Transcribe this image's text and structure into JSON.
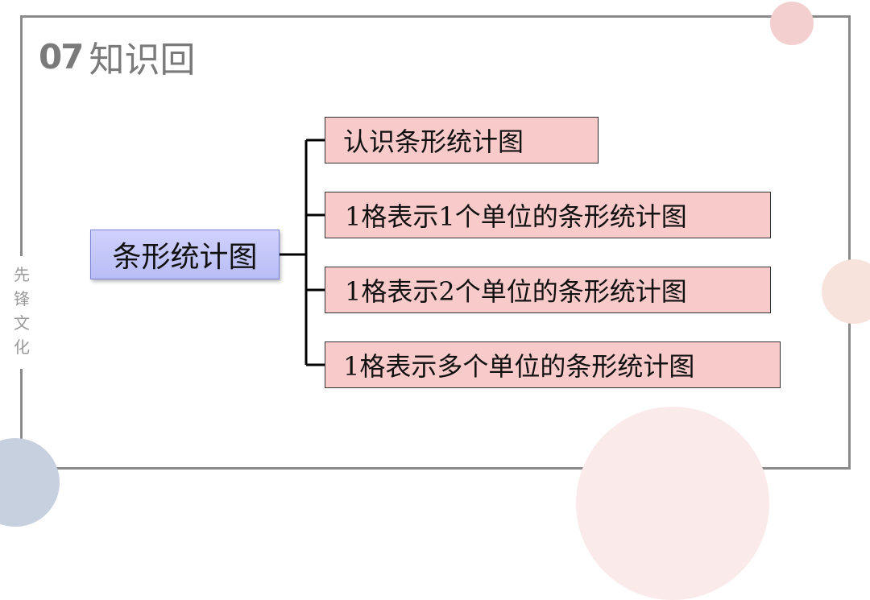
{
  "heading": {
    "number": "07",
    "title": "知识回"
  },
  "side_label": "先锋文化",
  "diagram": {
    "root": "条形统计图",
    "children": [
      "认识条形统计图",
      "1格表示1个单位的条形统计图",
      "1格表示2个单位的条形统计图",
      "1格表示多个单位的条形统计图"
    ]
  },
  "colors": {
    "frame": "#8a8a8a",
    "root_fill": "#c4c8f8",
    "child_fill": "#f8caca",
    "connector": "#000000"
  }
}
